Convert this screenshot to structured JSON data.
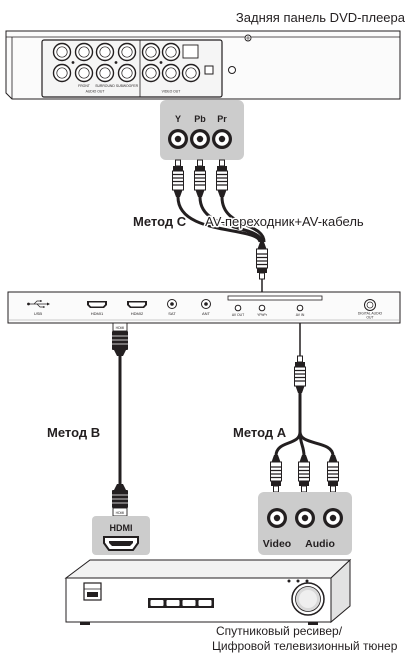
{
  "title": "Задняя панель DVD-плеера",
  "dvd_panel": {
    "labels": {
      "front": "FRONT",
      "surround": "SURROUND",
      "subwoofer": "SUBWOOFER",
      "audio_out": "AUDIO OUT",
      "video_out": "VIDEO OUT"
    }
  },
  "component_input": {
    "y": "Y",
    "pb": "Pb",
    "pr": "Pr"
  },
  "method_c": {
    "label": "Метод C",
    "description": "AV-переходник+AV-кабель"
  },
  "device_panel": {
    "usb": "USB",
    "hdmi1": "HDMI1",
    "hdmi2": "HDMI2",
    "sat": "SAT",
    "ant": "ANT",
    "av_out": "AV OUT",
    "ypbpr": "YPbPr",
    "av_in": "AV IN",
    "digital_audio_line1": "DIGITAL AUDIO",
    "digital_audio_line2": "OUT"
  },
  "method_b": {
    "label": "Метод B",
    "plug_text": "HDMI",
    "port_label": "HDMI"
  },
  "method_a": {
    "label": "Метод A",
    "video": "Video",
    "audio": "Audio"
  },
  "receiver": {
    "caption_line1": "Спутниковый ресивер/",
    "caption_line2": "Цифровой телевизионный тюнер"
  },
  "colors": {
    "outline": "#231f20",
    "connector_box": "#cccccc",
    "background": "#ffffff"
  }
}
